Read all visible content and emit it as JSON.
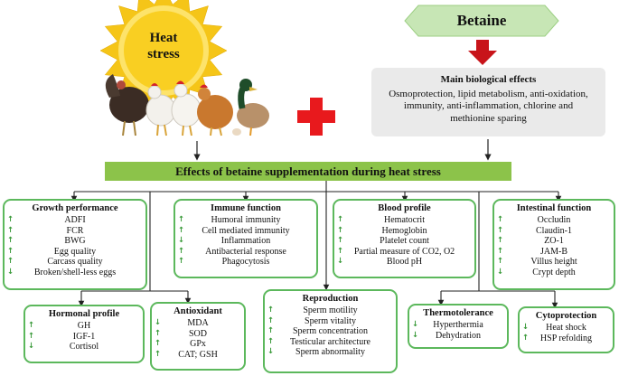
{
  "colors": {
    "green_bar": "#8cc34a",
    "box_border": "#5cb85c",
    "arrow_green": "#3a9a3a",
    "sun": "#f5c518",
    "plus": "#e8191d",
    "betaine_tag": "#c7e6b5",
    "effects_panel": "#eaeaea"
  },
  "heat_stress": {
    "line1": "Heat",
    "line2": "stress"
  },
  "animals": [
    "turkey-icon",
    "hen-icon",
    "hen-icon",
    "brown-hen-icon",
    "duck-icon"
  ],
  "betaine": {
    "label": "Betaine"
  },
  "main_effects": {
    "title": "Main biological effects",
    "line1": "Osmoprotection, lipid metabolism, anti-oxidation,",
    "line2": "immunity, anti-inflammation, chlorine and",
    "line3": "methionine sparing"
  },
  "banner": {
    "label": "Effects of betaine supplementation during heat stress"
  },
  "boxes": {
    "growth": {
      "title": "Growth performance",
      "items": [
        {
          "label": "ADFI",
          "dir": "up"
        },
        {
          "label": "FCR",
          "dir": "up"
        },
        {
          "label": "BWG",
          "dir": "up"
        },
        {
          "label": "Egg quality",
          "dir": "up"
        },
        {
          "label": "Carcass quality",
          "dir": "up"
        },
        {
          "label": "Broken/shell-less eggs",
          "dir": "down"
        }
      ]
    },
    "immune": {
      "title": "Immune function",
      "items": [
        {
          "label": "Humoral immunity",
          "dir": "up"
        },
        {
          "label": "Cell mediated immunity",
          "dir": "up"
        },
        {
          "label": "Inflammation",
          "dir": "down"
        },
        {
          "label": "Antibacterial response",
          "dir": "up"
        },
        {
          "label": "Phagocytosis",
          "dir": "up"
        }
      ]
    },
    "blood": {
      "title": "Blood profile",
      "items": [
        {
          "label": "Hematocrit",
          "dir": "up"
        },
        {
          "label": "Hemoglobin",
          "dir": "up"
        },
        {
          "label": "Platelet count",
          "dir": "up"
        },
        {
          "label": "Partial measure of CO2, O2",
          "dir": "up"
        },
        {
          "label": "Blood pH",
          "dir": "down"
        }
      ]
    },
    "intestinal": {
      "title": "Intestinal function",
      "items": [
        {
          "label": "Occludin",
          "dir": "up"
        },
        {
          "label": "Claudin-1",
          "dir": "up"
        },
        {
          "label": "ZO-1",
          "dir": "up"
        },
        {
          "label": "JAM-B",
          "dir": "up"
        },
        {
          "label": "Villus height",
          "dir": "up"
        },
        {
          "label": "Crypt depth",
          "dir": "down"
        }
      ]
    },
    "hormonal": {
      "title": "Hormonal profile",
      "items": [
        {
          "label": "GH",
          "dir": "up"
        },
        {
          "label": "IGF-1",
          "dir": "up"
        },
        {
          "label": "Cortisol",
          "dir": "down"
        }
      ]
    },
    "antioxidant": {
      "title": "Antioxidant",
      "items": [
        {
          "label": "MDA",
          "dir": "down"
        },
        {
          "label": "SOD",
          "dir": "up"
        },
        {
          "label": "GPx",
          "dir": "up"
        },
        {
          "label": "CAT; GSH",
          "dir": "up"
        }
      ]
    },
    "reproduction": {
      "title": "Reproduction",
      "items": [
        {
          "label": "Sperm motility",
          "dir": "up"
        },
        {
          "label": "Sperm vitality",
          "dir": "up"
        },
        {
          "label": "Sperm concentration",
          "dir": "up"
        },
        {
          "label": "Testicular architecture",
          "dir": "up"
        },
        {
          "label": "Sperm abnormality",
          "dir": "down"
        }
      ]
    },
    "thermo": {
      "title": "Thermotolerance",
      "items": [
        {
          "label": "Hyperthermia",
          "dir": "down"
        },
        {
          "label": "Dehydration",
          "dir": "down"
        }
      ]
    },
    "cyto": {
      "title": "Cytoprotection",
      "items": [
        {
          "label": "Heat shock",
          "dir": "down"
        },
        {
          "label": "HSP refolding",
          "dir": "up"
        }
      ]
    }
  }
}
